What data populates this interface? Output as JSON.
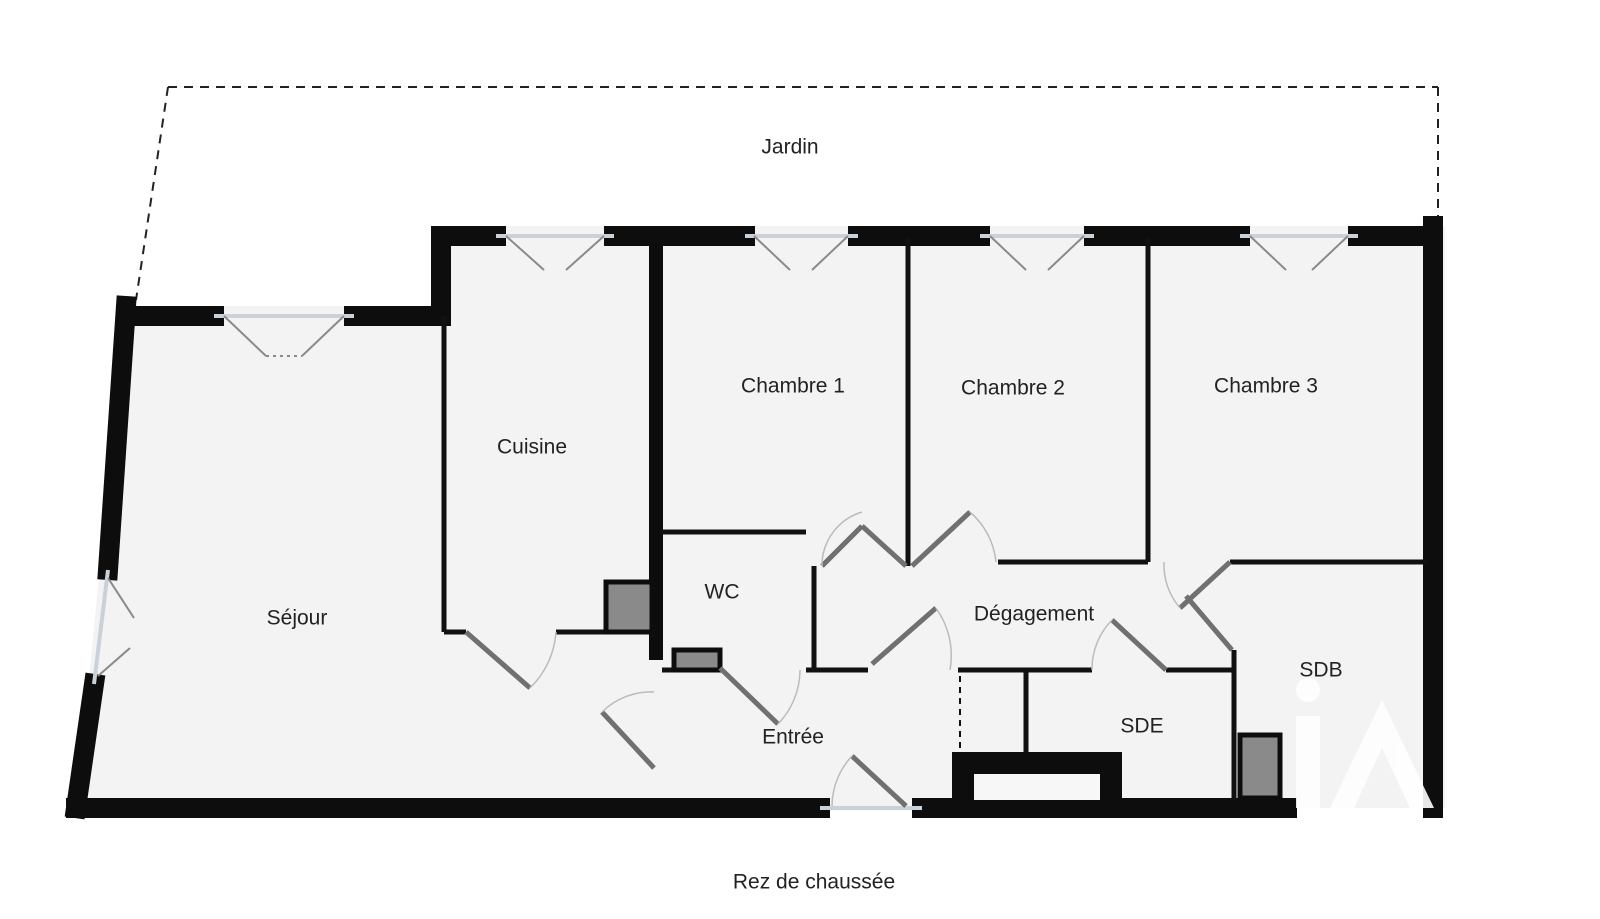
{
  "plan": {
    "level_label": "Rez de chaussée",
    "watermark": "iAD",
    "colors": {
      "wall": "#0d0d0d",
      "floor": "#f3f3f4",
      "partition": "#111111",
      "door": "#777777",
      "fixture": "#8a8a8a",
      "watermark": "#ffffff"
    },
    "rooms": {
      "jardin": "Jardin",
      "sejour": "Séjour",
      "cuisine": "Cuisine",
      "chambre1": "Chambre 1",
      "chambre2": "Chambre 2",
      "chambre3": "Chambre 3",
      "wc": "WC",
      "degagement": "Dégagement",
      "entree": "Entrée",
      "sde": "SDE",
      "sdb": "SDB"
    }
  }
}
